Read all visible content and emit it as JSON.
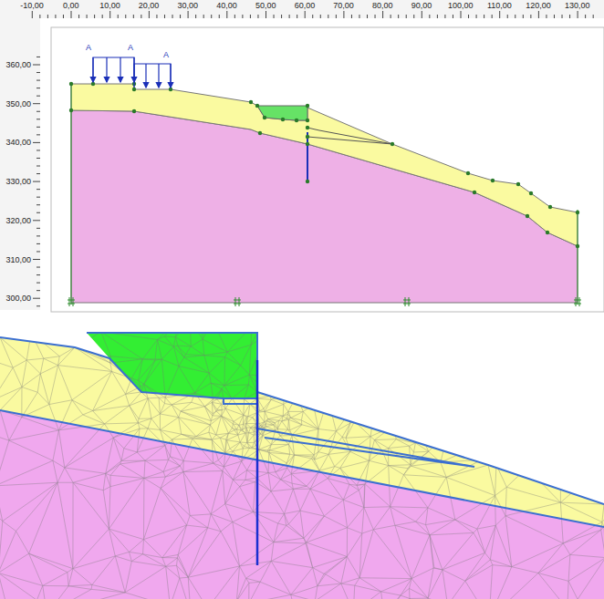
{
  "diagram": {
    "labels": [
      "-10,00",
      "0,00",
      "10,00",
      "20,00",
      "30,00",
      "40,00",
      "50,00",
      "60,00",
      "70,00",
      "80,00",
      "90,00",
      "100,00",
      "110,00",
      "120,00",
      "130,00",
      "360,00",
      "350,00",
      "340,00",
      "330,00",
      "320,00",
      "310,00",
      "300,00",
      "A",
      "A",
      "A"
    ]
  }
}
